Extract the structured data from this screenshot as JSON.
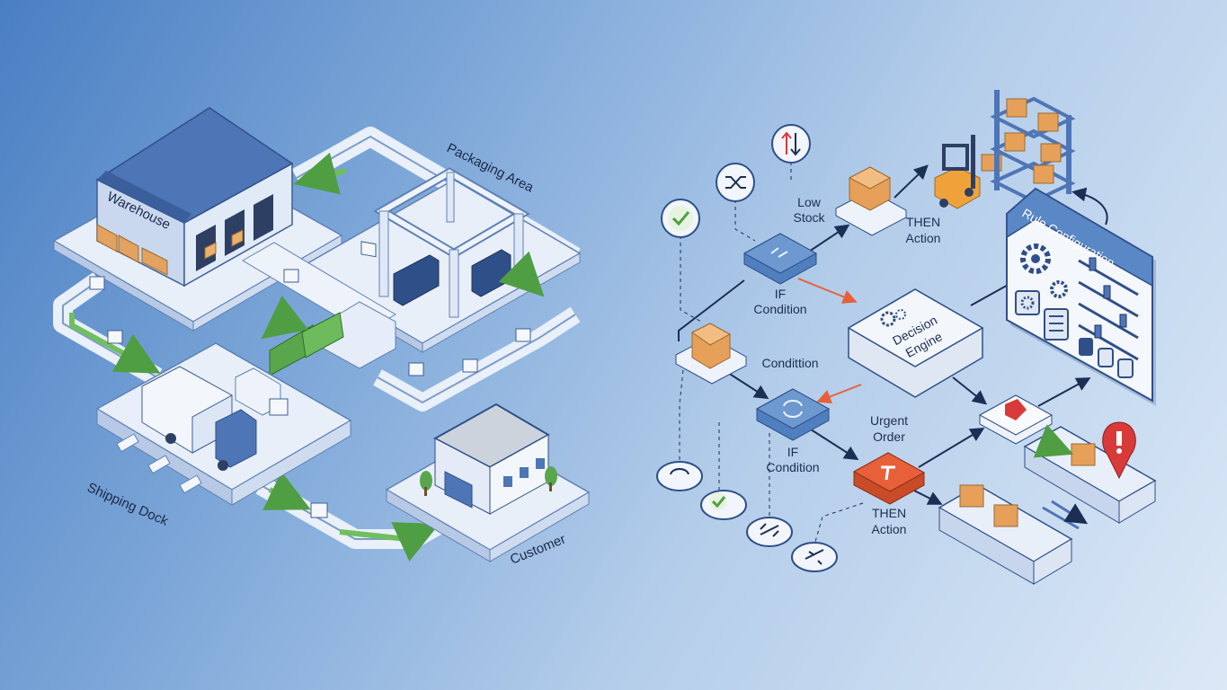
{
  "left_diagram": {
    "warehouse_label": "Warehouse",
    "packaging_label": "Packaging Area",
    "shipping_label": "Shipping Dock",
    "customer_label": "Customer"
  },
  "right_diagram": {
    "low_stock_line1": "Low",
    "low_stock_line2": "Stock",
    "then_action_top_line1": "THEN",
    "then_action_top_line2": "Action",
    "if_condition_top_line1": "IF",
    "if_condition_top_line2": "Condition",
    "condition_label": "Condittion",
    "decision_engine_line1": "Decision",
    "decision_engine_line2": "Engine",
    "if_condition_bottom_line1": "IF",
    "if_condition_bottom_line2": "Condition",
    "urgent_order_line1": "Urgent",
    "urgent_order_line2": "Order",
    "then_action_bottom_line1": "THEN",
    "then_action_bottom_line2": "Action",
    "rule_config_title": "Rule Configuration"
  },
  "colors": {
    "accent_blue": "#2f5c9e",
    "node_blue": "#4f7fbe",
    "alert_orange": "#e8603a",
    "alert_red": "#d83a3a",
    "conveyor_green": "#5aa64c",
    "box_orange": "#e6a05a"
  },
  "icons": [
    "check-icon",
    "shuffle-icon",
    "sort-arrows-icon",
    "gear-icon",
    "alert-icon",
    "forklift-icon",
    "shelving-icon",
    "truck-icon",
    "tree-icon"
  ]
}
